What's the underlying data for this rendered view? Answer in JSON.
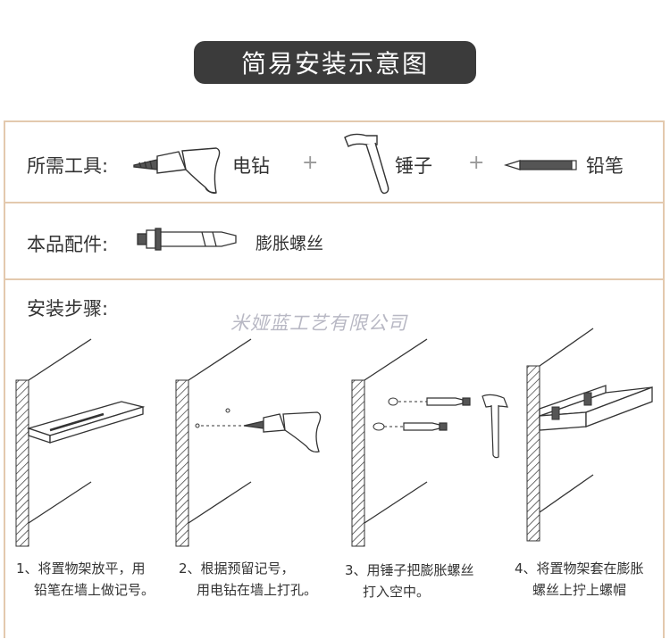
{
  "title": "简易安装示意图",
  "tools": {
    "label": "所需工具:",
    "items": [
      {
        "name": "电钻",
        "icon": "drill-icon"
      },
      {
        "name": "锤子",
        "icon": "hammer-icon"
      },
      {
        "name": "铅笔",
        "icon": "pencil-icon"
      }
    ],
    "plus": "+"
  },
  "parts": {
    "label": "本品配件:",
    "item": "膨胀螺丝",
    "icon": "expansion-bolt-icon"
  },
  "steps": {
    "label": "安装步骤:",
    "watermark": "米娅蓝工艺有限公司",
    "items": [
      {
        "line1": "1、将置物架放平，用",
        "line2": "铅笔在墙上做记号。"
      },
      {
        "line1": "2、根据预留记号，",
        "line2": "用电钻在墙上打孔。"
      },
      {
        "line1": "3、用锤子把膨胀螺丝",
        "line2": "打入空中。"
      },
      {
        "line1": "4、将置物架套在膨胀",
        "line2": "螺丝上拧上螺帽"
      }
    ]
  },
  "colors": {
    "border": "#e3c9ae",
    "title_bg": "#3b3b3b",
    "line": "#333333"
  }
}
